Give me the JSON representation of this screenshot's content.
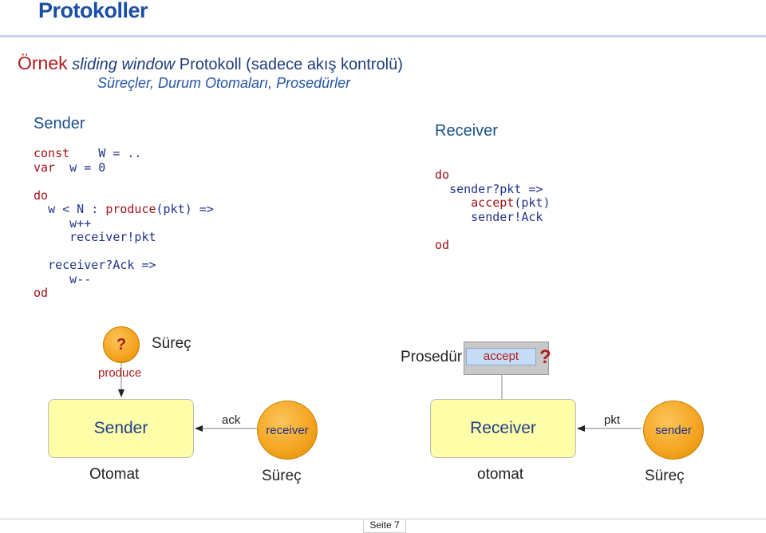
{
  "header": {
    "title": "Protokoller"
  },
  "example": {
    "ornek": "Örnek",
    "line1_italic": "sliding window",
    "line1_rest": "Protokoll (sadece akış kontrolü)",
    "line2": "Süreçler, Durum Otomaları, Prosedürler"
  },
  "sender": {
    "heading": "Sender",
    "c1a": "const",
    "c1b": "W = ..",
    "c2a": "var",
    "c2b": "w = 0",
    "c3": "do",
    "c4a": "w < N : ",
    "c4b": "produce",
    "c4c": "(pkt) =>",
    "c5": "w++",
    "c6": "receiver!pkt",
    "c7": "receiver?Ack =>",
    "c8": "w--",
    "c9": "od"
  },
  "receiver": {
    "heading": "Receiver",
    "c1": "do",
    "c2": "sender?pkt =>",
    "c3a": "accept",
    "c3b": "(pkt)",
    "c4": "sender!Ack",
    "c5": "od"
  },
  "diagram": {
    "q1": "?",
    "surec_top": "Süreç",
    "produce": "produce",
    "prosedur": "Prosedür",
    "accept": "accept",
    "q2": "?",
    "sender_box": "Sender",
    "ack": "ack",
    "receiver_circle": "receiver",
    "receiver_box": "Receiver",
    "pkt": "pkt",
    "sender_circle": "sender",
    "otomat1": "Otomat",
    "surec1": "Süreç",
    "otomat2": "otomat",
    "surec2": "Süreç"
  },
  "footer": {
    "page": "Seite 7"
  },
  "colors": {
    "title": "#1a4fa3",
    "keyword": "#a0121a",
    "state_box": "#fffea8",
    "process_circle": "#f5a623",
    "procedure_box": "#c8c8c8",
    "accept_fill": "#c6dcf5"
  }
}
